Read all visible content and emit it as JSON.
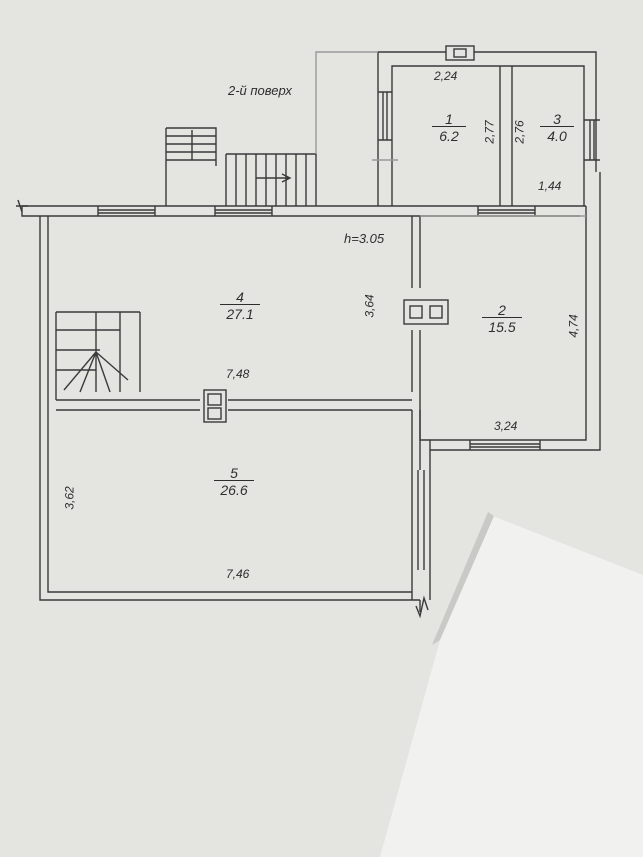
{
  "floor_label": "2-й поверх",
  "ceiling_height": "h=3.05",
  "rooms": [
    {
      "number": "1",
      "area": "6.2"
    },
    {
      "number": "2",
      "area": "15.5"
    },
    {
      "number": "3",
      "area": "4.0"
    },
    {
      "number": "4",
      "area": "27.1"
    },
    {
      "number": "5",
      "area": "26.6"
    }
  ],
  "dimensions": {
    "room1_width": "2,24",
    "room1_depth": "2,77",
    "room3_depth": "2,76",
    "room3_width": "1,44",
    "room4_depth": "3,64",
    "room4_width": "7,48",
    "room2_depth": "4,74",
    "room2_width": "3,24",
    "room5_depth": "3,62",
    "room5_width": "7,46"
  }
}
